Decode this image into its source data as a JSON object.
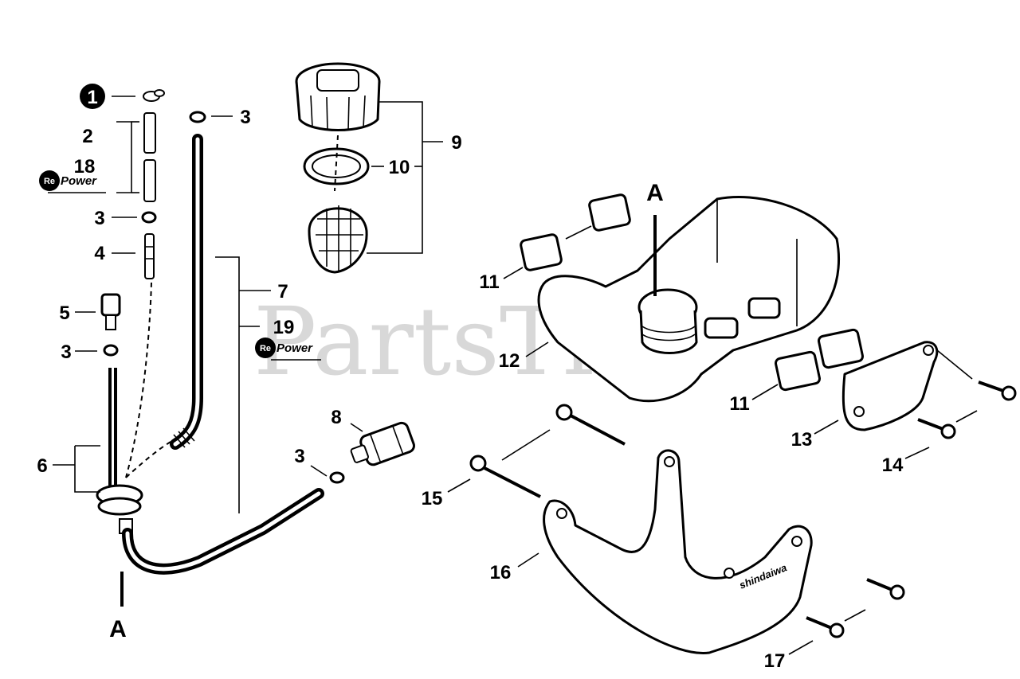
{
  "callouts": {
    "c1": "1",
    "c2": "2",
    "c18": "18",
    "c3a": "3",
    "c3b": "3",
    "c3c": "3",
    "c3d": "3",
    "c4": "4",
    "c5": "5",
    "c6": "6",
    "c7": "7",
    "c19": "19",
    "c8": "8",
    "c9": "9",
    "c10": "10",
    "c11a": "11",
    "c11b": "11",
    "c12": "12",
    "c13": "13",
    "c14": "14",
    "c15": "15",
    "c16": "16",
    "c17": "17"
  },
  "letters": {
    "a_bottom": "A",
    "a_tank": "A"
  },
  "repower": {
    "re": "Re",
    "word": "Power"
  },
  "brand_text": "shindaiwa",
  "watermark": "PartsTree"
}
